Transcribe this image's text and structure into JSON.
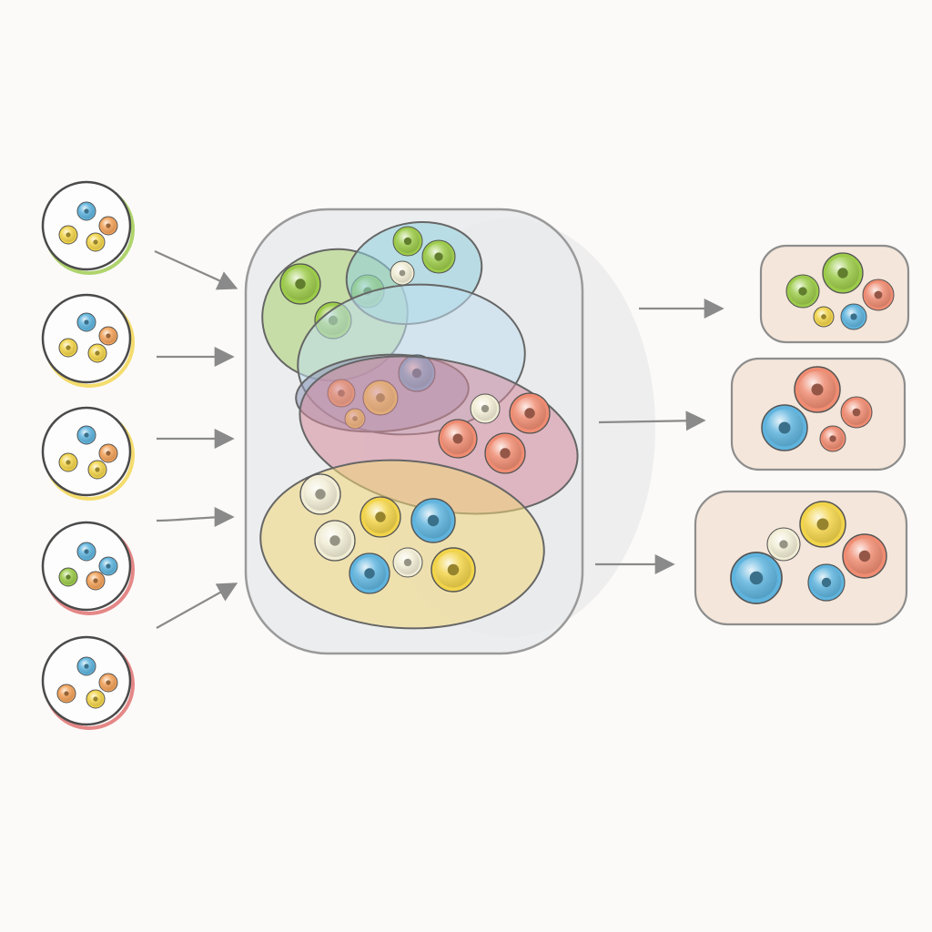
{
  "palette": {
    "background": "#fbfaf8",
    "outline": "#4a4a4a",
    "arrow": "#8a8a8a",
    "container_fill": "#e9eaec",
    "output_fill": "#f4e6da",
    "blue": "#5fb4de",
    "green": "#9ccb4a",
    "yellow": "#f2d44a",
    "orange": "#f2a25a",
    "coral": "#ef8c72",
    "red": "#e06a6a",
    "cream": "#f1edd5",
    "cluster_green": "#a9cf6e",
    "cluster_cyan": "#8fd0dc",
    "cluster_lightblue": "#bfdfee",
    "cluster_navy": "#8f95b8",
    "cluster_rose": "#d48b9c",
    "cluster_yellow": "#f0d77a"
  },
  "diagram": {
    "input_samples": [
      {
        "id": "input-1",
        "rim": "green",
        "dots": [
          "blue",
          "yellow",
          "orange",
          "yellow"
        ]
      },
      {
        "id": "input-2",
        "rim": "yellow",
        "dots": [
          "blue",
          "yellow",
          "orange",
          "yellow"
        ]
      },
      {
        "id": "input-3",
        "rim": "yellow",
        "dots": [
          "blue",
          "yellow",
          "orange",
          "yellow"
        ]
      },
      {
        "id": "input-4",
        "rim": "red",
        "dots": [
          "blue",
          "green",
          "blue",
          "orange"
        ]
      },
      {
        "id": "input-5",
        "rim": "red",
        "dots": [
          "blue",
          "orange",
          "orange",
          "yellow"
        ]
      }
    ],
    "clusters": [
      {
        "id": "cluster-green",
        "color": "cluster_green",
        "members": [
          "green",
          "green",
          "green"
        ]
      },
      {
        "id": "cluster-cyan",
        "color": "cluster_cyan",
        "members": [
          "green",
          "green",
          "cream"
        ]
      },
      {
        "id": "cluster-lightblue",
        "color": "cluster_lightblue",
        "members": []
      },
      {
        "id": "cluster-navy",
        "color": "cluster_navy",
        "members": [
          "orange",
          "yellow",
          "blue",
          "yellow"
        ]
      },
      {
        "id": "cluster-rose",
        "color": "cluster_rose",
        "members": [
          "cream",
          "coral",
          "coral",
          "coral"
        ]
      },
      {
        "id": "cluster-yellow",
        "color": "cluster_yellow",
        "members": [
          "cream",
          "cream",
          "yellow",
          "blue",
          "blue",
          "cream",
          "yellow"
        ]
      }
    ],
    "output_groups": [
      {
        "id": "output-1",
        "members": [
          "green",
          "green",
          "coral",
          "yellow",
          "blue"
        ]
      },
      {
        "id": "output-2",
        "members": [
          "coral",
          "blue",
          "coral",
          "coral"
        ]
      },
      {
        "id": "output-3",
        "members": [
          "yellow",
          "cream",
          "coral",
          "blue",
          "blue"
        ]
      }
    ]
  }
}
